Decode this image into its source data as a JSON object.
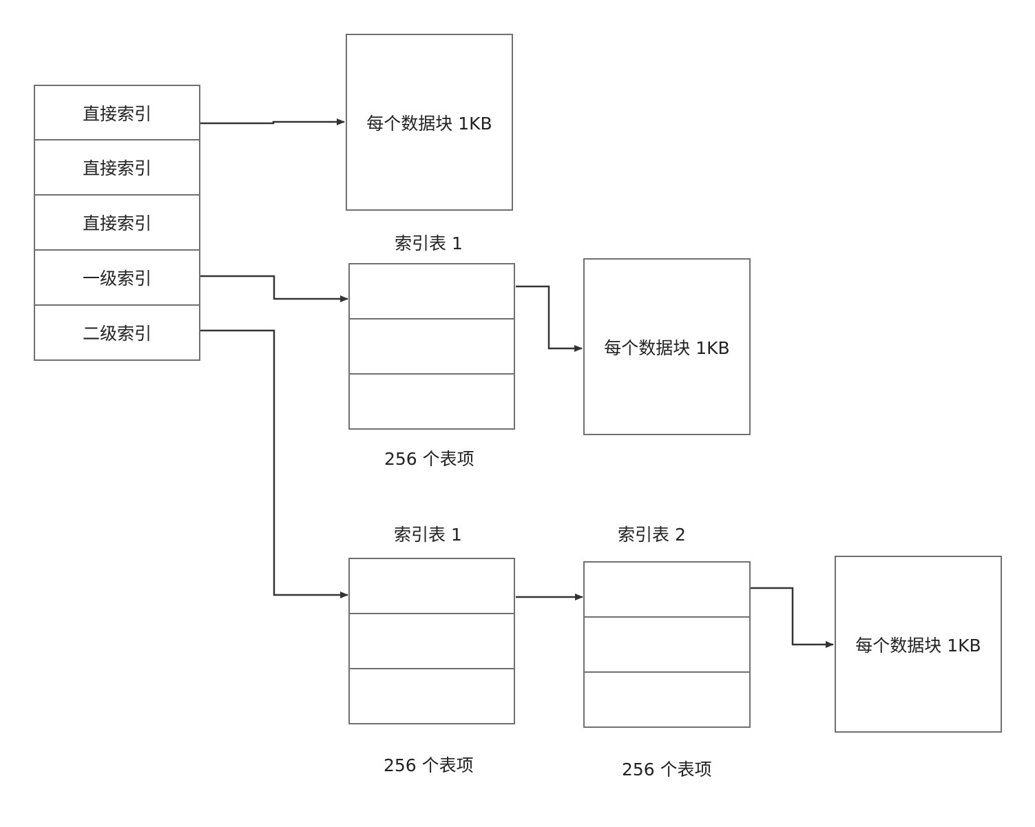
{
  "inode": {
    "rows": [
      "直接索引",
      "直接索引",
      "直接索引",
      "一级索引",
      "二级索引"
    ]
  },
  "blocks": {
    "direct_block": "每个数据块 1KB",
    "single_block": "每个数据块 1KB",
    "double_block": "每个数据块 1KB"
  },
  "single_indirect": {
    "title": "索引表 1",
    "caption": "256 个表项"
  },
  "double_indirect": {
    "table1_title": "索引表 1",
    "table1_caption": "256 个表项",
    "table2_title": "索引表 2",
    "table2_caption": "256 个表项"
  },
  "colors": {
    "line": "#333333",
    "border": "#6f6f6f"
  }
}
